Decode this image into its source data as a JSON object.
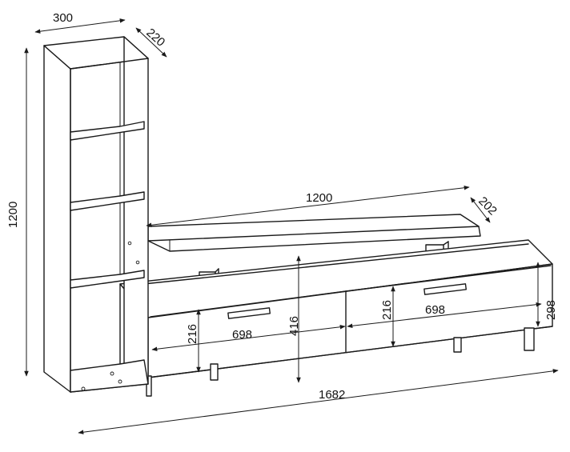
{
  "dimensions": {
    "tower_width": "300",
    "tower_depth": "220",
    "tower_height": "1200",
    "shelf_width": "1200",
    "shelf_depth": "202",
    "cabinet_height": "298",
    "cabinet_inner_height": "416",
    "drawer_left_width": "698",
    "drawer_left_height": "216",
    "drawer_right_width": "698",
    "drawer_right_height": "216",
    "total_width": "1682"
  },
  "colors": {
    "line": "#1a1a1a",
    "background": "#ffffff"
  }
}
